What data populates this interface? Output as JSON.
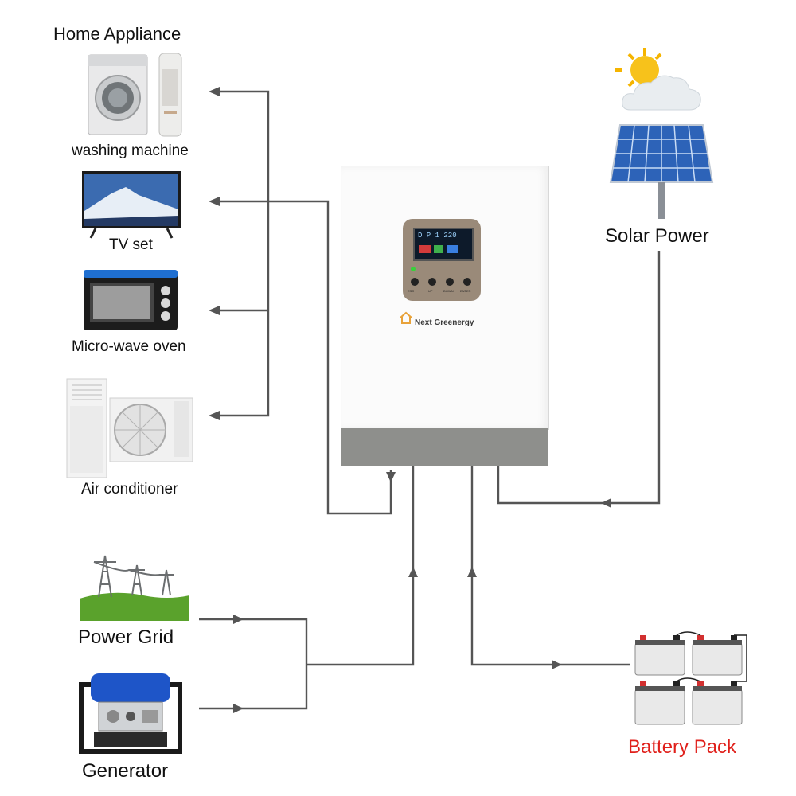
{
  "appliances": {
    "title": "Home Appliance",
    "items": [
      {
        "label": "washing machine"
      },
      {
        "label": "TV set"
      },
      {
        "label": "Micro-wave oven"
      },
      {
        "label": "Air conditioner"
      }
    ]
  },
  "sources": {
    "solar": "Solar Power",
    "grid": "Power Grid",
    "generator": "Generator",
    "battery": "Battery Pack"
  },
  "inverter": {
    "brand": "Next Greenergy",
    "display": "D P 1  220",
    "buttons": [
      "ESC",
      "UP",
      "DOWN",
      "ENTER"
    ]
  },
  "colors": {
    "wire": "#555555",
    "battery_label": "#e0201b",
    "inverter_base": "#8e8f8c"
  }
}
